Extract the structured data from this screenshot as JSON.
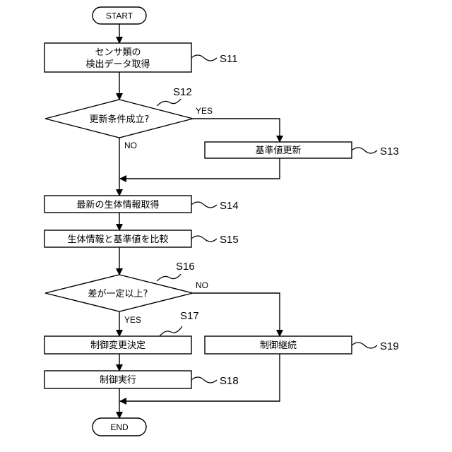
{
  "flowchart": {
    "start": "START",
    "end": "END",
    "s11": {
      "id": "S11",
      "line1": "センサ類の",
      "line2": "検出データ取得"
    },
    "s12": {
      "id": "S12",
      "text": "更新条件成立?"
    },
    "s13": {
      "id": "S13",
      "text": "基準値更新"
    },
    "s14": {
      "id": "S14",
      "text": "最新の生体情報取得"
    },
    "s15": {
      "id": "S15",
      "text": "生体情報と基準値を比較"
    },
    "s16": {
      "id": "S16",
      "text": "差が一定以上?"
    },
    "s17": {
      "id": "S17",
      "text": "制御変更決定"
    },
    "s18": {
      "id": "S18",
      "text": "制御実行"
    },
    "s19": {
      "id": "S19",
      "text": "制御継続"
    },
    "yes": "YES",
    "no": "NO"
  }
}
